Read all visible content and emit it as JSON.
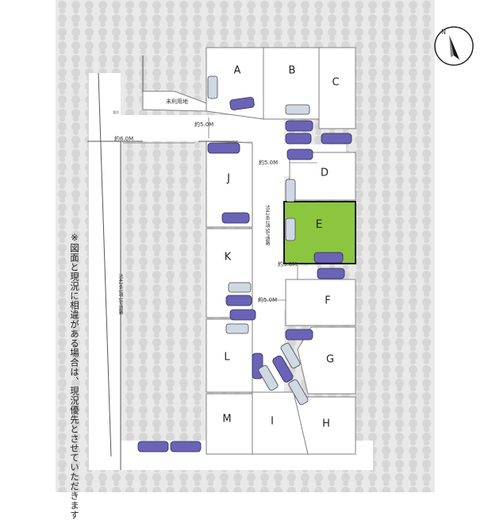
{
  "lots": [
    {
      "id": "A",
      "label": "A"
    },
    {
      "id": "B",
      "label": "B"
    },
    {
      "id": "C",
      "label": "C"
    },
    {
      "id": "D",
      "label": "D"
    },
    {
      "id": "E",
      "label": "E",
      "highlighted": true
    },
    {
      "id": "F",
      "label": "F"
    },
    {
      "id": "G",
      "label": "G"
    },
    {
      "id": "H",
      "label": "H"
    },
    {
      "id": "I",
      "label": "I"
    },
    {
      "id": "J",
      "label": "J"
    },
    {
      "id": "K",
      "label": "K"
    },
    {
      "id": "L",
      "label": "L"
    },
    {
      "id": "M",
      "label": "M"
    }
  ],
  "labels": {
    "unused_land": "未利用地",
    "road_width_6": "約6.0M",
    "road_width_5_a": "約5.0M",
    "road_width_5_b": "約5.0M",
    "road_width_5_c": "約5.0M",
    "road_width_5_d": "約5.0M",
    "road_name_main": "法42条1項1号道路",
    "road_name_inner": "法42条1項5号道路",
    "pole": "電柱"
  },
  "note": "※図面と現況に相違がある場合は、現況優先とさせていただきます",
  "compass": {
    "north": "N"
  },
  "colors": {
    "highlight_fill": "#8cc63f",
    "highlight_border": "#1a1a1a",
    "car_fill": "#6b63b5",
    "background_pattern": "#e9e9e9"
  }
}
